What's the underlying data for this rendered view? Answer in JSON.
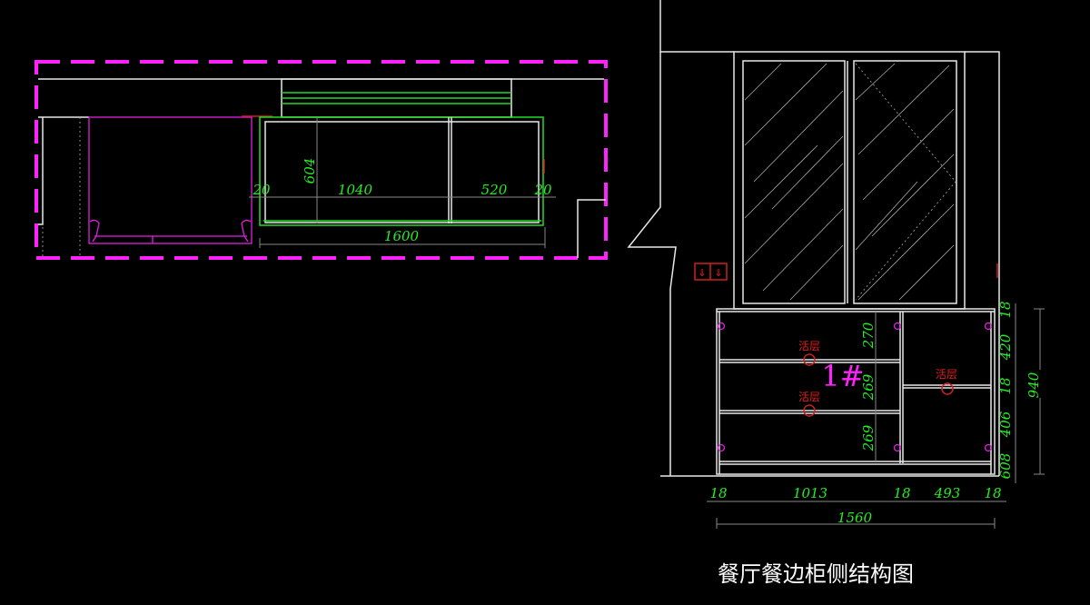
{
  "title": "餐厅餐边柜侧结构图",
  "plan_view": {
    "dims": {
      "left_panel": "20",
      "main_bay": "1040",
      "side_bay": "520",
      "right_panel": "20",
      "depth": "604",
      "overall_width": "1600"
    }
  },
  "elevation": {
    "cabinet_tag": "1#",
    "shelf_notes": [
      "活层",
      "活层",
      "活层"
    ],
    "shelf_spacing_dims": [
      "270",
      "269",
      "269"
    ],
    "right_side_dims": [
      "18",
      "420",
      "18",
      "406",
      "608"
    ],
    "total_height": "940",
    "bottom_dims": [
      "18",
      "1013",
      "18",
      "493",
      "18"
    ],
    "total_width": "1560"
  },
  "colors": {
    "background": "#000000",
    "dimension_text": "#22ee22",
    "boundary_dashed": "#ff22ff",
    "note_red": "#e02020",
    "lines": "#e8e8e8"
  }
}
